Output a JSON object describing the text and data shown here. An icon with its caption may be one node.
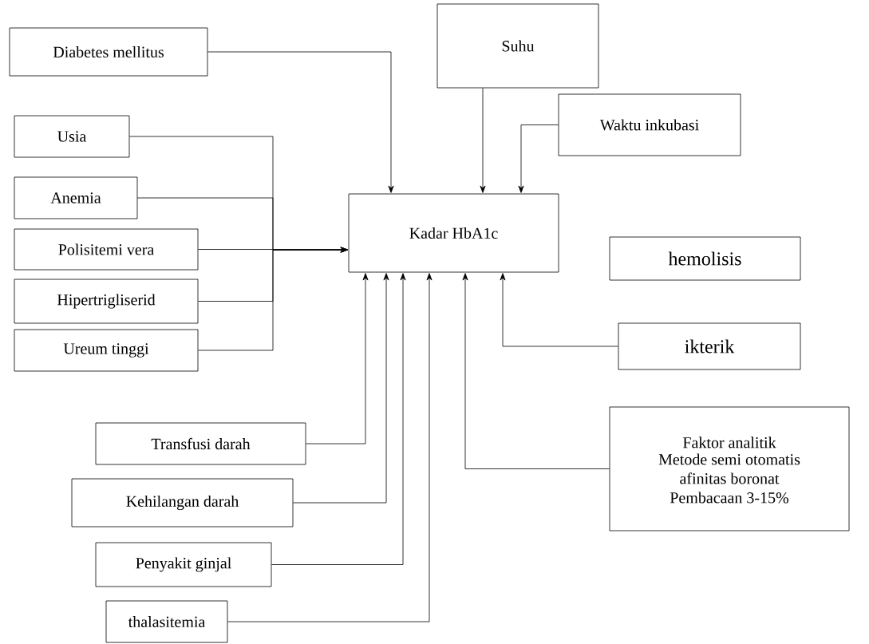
{
  "diagram": {
    "nodes": [
      {
        "text": [
          "Diabetes mellitus"
        ]
      },
      {
        "text": [
          "Suhu"
        ]
      },
      {
        "text": [
          "Waktu inkubasi"
        ]
      },
      {
        "text": [
          "Usia"
        ]
      },
      {
        "text": [
          "Anemia"
        ]
      },
      {
        "text": [
          "Polisitemi vera"
        ]
      },
      {
        "text": [
          "Kadar HbA1c"
        ]
      },
      {
        "text": [
          "hemolisis"
        ]
      },
      {
        "text": [
          "Hipertrigliserid"
        ]
      },
      {
        "text": [
          "ikterik"
        ]
      },
      {
        "text": [
          "Ureum tinggi"
        ]
      },
      {
        "text": [
          "Transfusi darah"
        ]
      },
      {
        "text": [
          "Faktor analitik",
          "Metode semi otomatis afinitas boronat Pembacaan 3-15%"
        ]
      },
      {
        "text": [
          "Kehilangan darah"
        ]
      },
      {
        "text": [
          "Penyakit ginjal"
        ]
      },
      {
        "text": [
          "thalasitemia"
        ]
      }
    ],
    "edges": [
      {
        "from": 0,
        "to": 6,
        "arrow": "to"
      },
      {
        "from": 1,
        "to": 6,
        "arrow": "to"
      },
      {
        "from": 2,
        "to": 6,
        "arrow": "to"
      },
      {
        "from": 3,
        "to": 6,
        "arrow": "to"
      },
      {
        "from": 4,
        "to": 6,
        "arrow": "to"
      },
      {
        "from": 5,
        "to": 6,
        "arrow": "to"
      },
      {
        "from": 8,
        "to": 6,
        "arrow": "to"
      },
      {
        "from": 10,
        "to": 6,
        "arrow": "to"
      },
      {
        "from": 9,
        "to": 6,
        "arrow": "to"
      },
      {
        "from": 11,
        "to": 6,
        "arrow": "to"
      },
      {
        "from": 13,
        "to": 6,
        "arrow": "to"
      },
      {
        "from": 14,
        "to": 6,
        "arrow": "to"
      },
      {
        "from": 15,
        "to": 6,
        "arrow": "to"
      },
      {
        "from": 12,
        "to": 6,
        "arrow": "to"
      }
    ]
  }
}
